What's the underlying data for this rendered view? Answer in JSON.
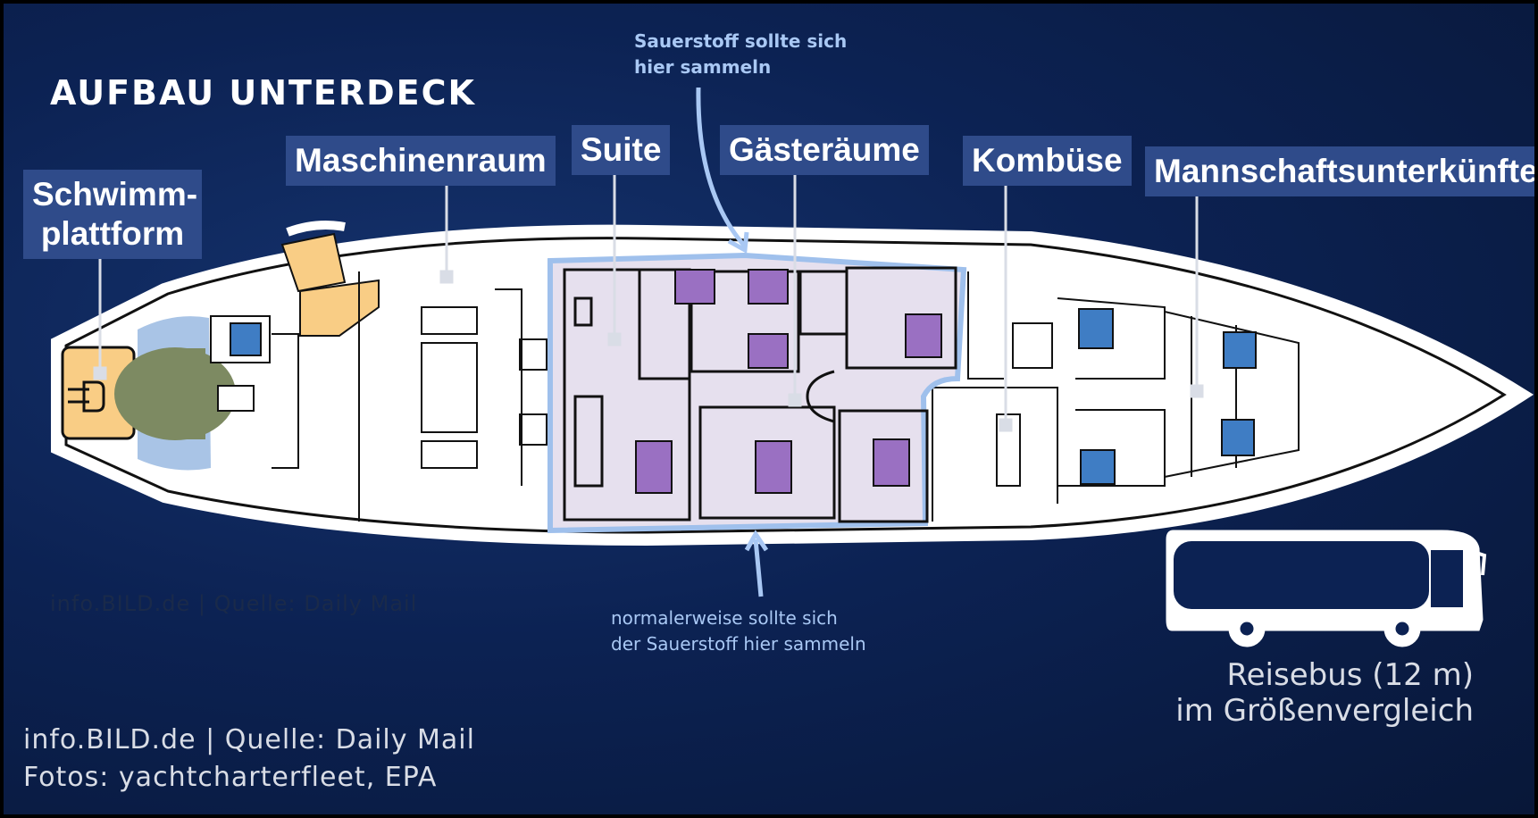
{
  "title": "AUFBAU UNTERDECK",
  "labels": {
    "schwimm_line1": "Schwimm-",
    "schwimm_line2": "plattform",
    "maschinenraum": "Maschinenraum",
    "suite": "Suite",
    "gaesteraeume": "Gästeräume",
    "kombuese": "Kombüse",
    "mannschaft": "Mannschaftsunterkünfte"
  },
  "annotations": {
    "top_line1": "Sauerstoff sollte sich",
    "top_line2": "hier sammeln",
    "bottom_line1": "normalerweise sollte sich",
    "bottom_line2": "der Sauerstoff hier sammeln"
  },
  "ghost_credit": "info.BILD.de | Quelle: Daily Mail",
  "credits": {
    "line1": "info.BILD.de | Quelle: Daily Mail",
    "line2": "Fotos: yachtcharterfleet, EPA"
  },
  "bus": {
    "line1": "Reisebus (12 m)",
    "line2": "im Größenvergleich"
  },
  "colors": {
    "label_bg": "#2f4b8a",
    "annotation": "#a9c8f4",
    "cabin_highlight": "#e6e0ee",
    "bed_purple": "#9a70c2",
    "bed_blue": "#3f7dc4",
    "machine_orange": "#f9cd85",
    "platform_green": "#7d8a62"
  }
}
